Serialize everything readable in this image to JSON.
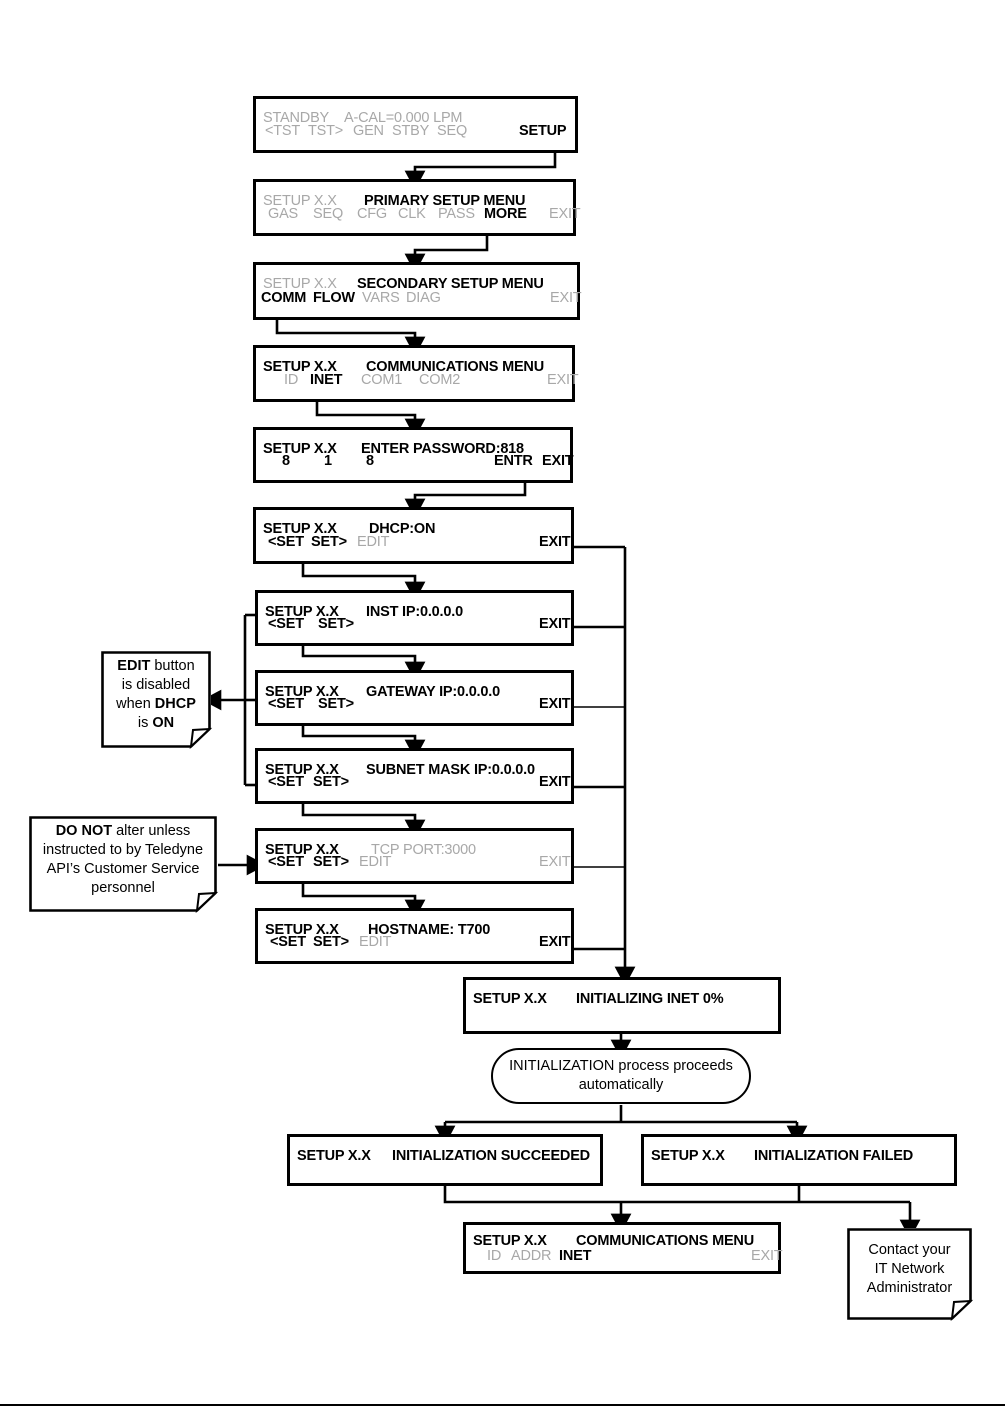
{
  "diagram": {
    "title": "INET (Ethernet) configuration menu flowchart",
    "colors": {
      "line": "#000000",
      "active_text": "#000000",
      "disabled_text": "#a8a8a8",
      "background": "#ffffff"
    }
  },
  "screens": [
    {
      "id": "standby",
      "top_left": "STANDBY",
      "top_value": "A-CAL=0.000 LPM",
      "buttons": [
        {
          "label": "<TST",
          "state": "dim"
        },
        {
          "label": "TST>",
          "state": "dim"
        },
        {
          "label": "GEN",
          "state": "dim"
        },
        {
          "label": "STBY",
          "state": "dim"
        },
        {
          "label": "SEQ",
          "state": "dim"
        },
        {
          "label": "SETUP",
          "state": "bold"
        }
      ]
    },
    {
      "id": "primary-setup-menu",
      "top_left": "SETUP X.X",
      "top_value": "PRIMARY SETUP MENU",
      "buttons": [
        {
          "label": "GAS",
          "state": "dim"
        },
        {
          "label": "SEQ",
          "state": "dim"
        },
        {
          "label": "CFG",
          "state": "dim"
        },
        {
          "label": "CLK",
          "state": "dim"
        },
        {
          "label": "PASS",
          "state": "dim"
        },
        {
          "label": "MORE",
          "state": "bold"
        },
        {
          "label": "EXIT",
          "state": "dim"
        }
      ]
    },
    {
      "id": "secondary-setup-menu",
      "top_left": "SETUP X.X",
      "top_value": "SECONDARY SETUP MENU",
      "buttons": [
        {
          "label": "COMM",
          "state": "bold"
        },
        {
          "label": "FLOW",
          "state": "bold"
        },
        {
          "label": "VARS",
          "state": "dim"
        },
        {
          "label": "DIAG",
          "state": "dim"
        },
        {
          "label": "EXIT",
          "state": "dim"
        }
      ]
    },
    {
      "id": "communications-menu",
      "top_left": "SETUP X.X",
      "top_value": "COMMUNICATIONS MENU",
      "buttons": [
        {
          "label": "ID",
          "state": "dim"
        },
        {
          "label": "INET",
          "state": "bold"
        },
        {
          "label": "COM1",
          "state": "dim"
        },
        {
          "label": "COM2",
          "state": "dim"
        },
        {
          "label": "EXIT",
          "state": "dim"
        }
      ]
    },
    {
      "id": "enter-password",
      "top_left": "SETUP X.X",
      "top_value": "ENTER PASSWORD:818",
      "buttons": [
        {
          "label": "8",
          "state": "bold"
        },
        {
          "label": "1",
          "state": "bold"
        },
        {
          "label": "8",
          "state": "bold"
        },
        {
          "label": "ENTR",
          "state": "bold"
        },
        {
          "label": "EXIT",
          "state": "bold"
        }
      ]
    },
    {
      "id": "dhcp",
      "top_left": "SETUP X.X",
      "top_value": "DHCP:ON",
      "buttons": [
        {
          "label": "<SET",
          "state": "bold"
        },
        {
          "label": "SET>",
          "state": "bold"
        },
        {
          "label": "EDIT",
          "state": "dim"
        },
        {
          "label": "EXIT",
          "state": "bold"
        }
      ]
    },
    {
      "id": "inst-ip",
      "top_left": "SETUP X.X",
      "top_value": "INST IP:0.0.0.0",
      "buttons": [
        {
          "label": "<SET",
          "state": "bold"
        },
        {
          "label": "SET>",
          "state": "bold"
        },
        {
          "label": "EXIT",
          "state": "bold"
        }
      ]
    },
    {
      "id": "gateway-ip",
      "top_left": "SETUP X.X",
      "top_value": "GATEWAY IP:0.0.0.0",
      "buttons": [
        {
          "label": "<SET",
          "state": "bold"
        },
        {
          "label": "SET>",
          "state": "bold"
        },
        {
          "label": "EXIT",
          "state": "bold"
        }
      ]
    },
    {
      "id": "subnet-mask-ip",
      "top_left": "SETUP X.X",
      "top_value": "SUBNET MASK IP:0.0.0.0",
      "buttons": [
        {
          "label": "<SET",
          "state": "bold"
        },
        {
          "label": "SET>",
          "state": "bold"
        },
        {
          "label": "EXIT",
          "state": "bold"
        }
      ]
    },
    {
      "id": "tcp-port",
      "top_left": "SETUP X.X",
      "top_value": "TCP PORT:3000",
      "buttons": [
        {
          "label": "<SET",
          "state": "bold"
        },
        {
          "label": "SET>",
          "state": "bold"
        },
        {
          "label": "EDIT",
          "state": "dim"
        },
        {
          "label": "EXIT",
          "state": "dim"
        }
      ]
    },
    {
      "id": "hostname",
      "top_left": "SETUP X.X",
      "top_value": "HOSTNAME: T700",
      "buttons": [
        {
          "label": "<SET",
          "state": "bold"
        },
        {
          "label": "SET>",
          "state": "bold"
        },
        {
          "label": "EDIT",
          "state": "dim"
        },
        {
          "label": "EXIT",
          "state": "bold"
        }
      ]
    },
    {
      "id": "initializing-inet",
      "top_left": "SETUP X.X",
      "top_value": "INITIALIZING INET  0%",
      "buttons": []
    },
    {
      "id": "initialization-succeeded",
      "top_left": "SETUP X.X",
      "top_value": "INITIALIZATION SUCCEEDED",
      "buttons": []
    },
    {
      "id": "initialization-failed",
      "top_left": "SETUP X.X",
      "top_value": "INITIALIZATION FAILED",
      "buttons": []
    },
    {
      "id": "communications-menu-final",
      "top_left": "SETUP X.X",
      "top_value": "COMMUNICATIONS MENU",
      "buttons": [
        {
          "label": "ID",
          "state": "dim"
        },
        {
          "label": "ADDR",
          "state": "dim"
        },
        {
          "label": "INET",
          "state": "bold"
        },
        {
          "label": "EXIT",
          "state": "dim"
        }
      ]
    }
  ],
  "process_node": {
    "line1": "INITIALIZATION process proceeds",
    "line2": "automatically"
  },
  "notes": [
    {
      "id": "edit-disabled-note",
      "lines": [
        [
          {
            "t": "EDIT",
            "b": true
          },
          {
            "t": " button",
            "b": false
          }
        ],
        [
          {
            "t": "is disabled",
            "b": false
          }
        ],
        [
          {
            "t": "when ",
            "b": false
          },
          {
            "t": "DHCP",
            "b": true
          }
        ],
        [
          {
            "t": "is ",
            "b": false
          },
          {
            "t": "ON",
            "b": true
          }
        ]
      ]
    },
    {
      "id": "do-not-alter-note",
      "lines": [
        [
          {
            "t": "DO NOT",
            "b": true
          },
          {
            "t": " alter unless",
            "b": false
          }
        ],
        [
          {
            "t": "instructed to by Teledyne",
            "b": false
          }
        ],
        [
          {
            "t": "API’s Customer Service",
            "b": false
          }
        ],
        [
          {
            "t": "personnel",
            "b": false
          }
        ]
      ]
    },
    {
      "id": "contact-it-note",
      "lines": [
        [
          {
            "t": "Contact your",
            "b": false
          }
        ],
        [
          {
            "t": "IT Network",
            "b": false
          }
        ],
        [
          {
            "t": "Administrator",
            "b": false
          }
        ]
      ]
    }
  ]
}
